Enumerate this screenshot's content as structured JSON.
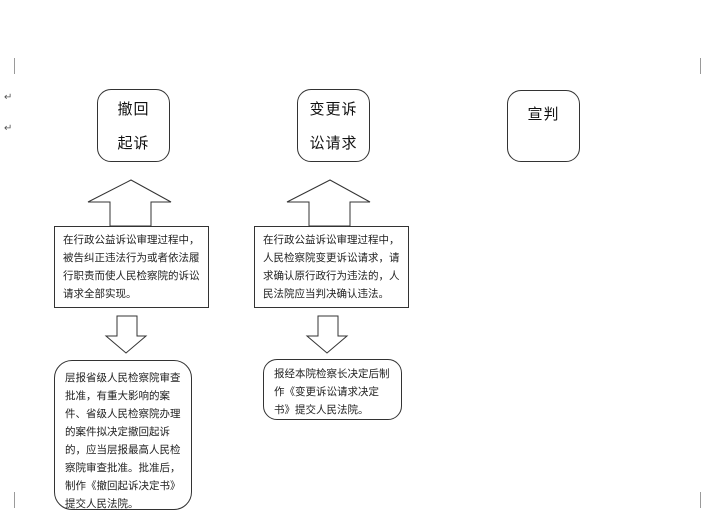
{
  "diagram": {
    "top_boxes": [
      {
        "id": "withdraw",
        "text": "撤回\n起诉"
      },
      {
        "id": "change",
        "text": "变更诉\n讼请求"
      },
      {
        "id": "verdict",
        "text": "宣判"
      }
    ],
    "mid_boxes": [
      {
        "id": "mid-left",
        "text": "在行政公益诉讼审理过程中，被告纠正违法行为或者依法履行职责而使人民检察院的诉讼请求全部实现。"
      },
      {
        "id": "mid-right",
        "text": "在行政公益诉讼审理过程中，人民检察院变更诉讼请求，请求确认原行政行为违法的，人民法院应当判决确认违法。"
      }
    ],
    "bottom_boxes": [
      {
        "id": "bottom-left",
        "text": "层报省级人民检察院审查批准，有重大影响的案件、省级人民检察院办理的案件拟决定撤回起诉的，应当层报最高人民检察院审查批准。批准后，制作《撤回起诉决定书》提交人民法院。"
      },
      {
        "id": "bottom-right",
        "text": "报经本院检察长决定后制作《变更诉讼请求决定书》提交人民法院。"
      }
    ]
  }
}
